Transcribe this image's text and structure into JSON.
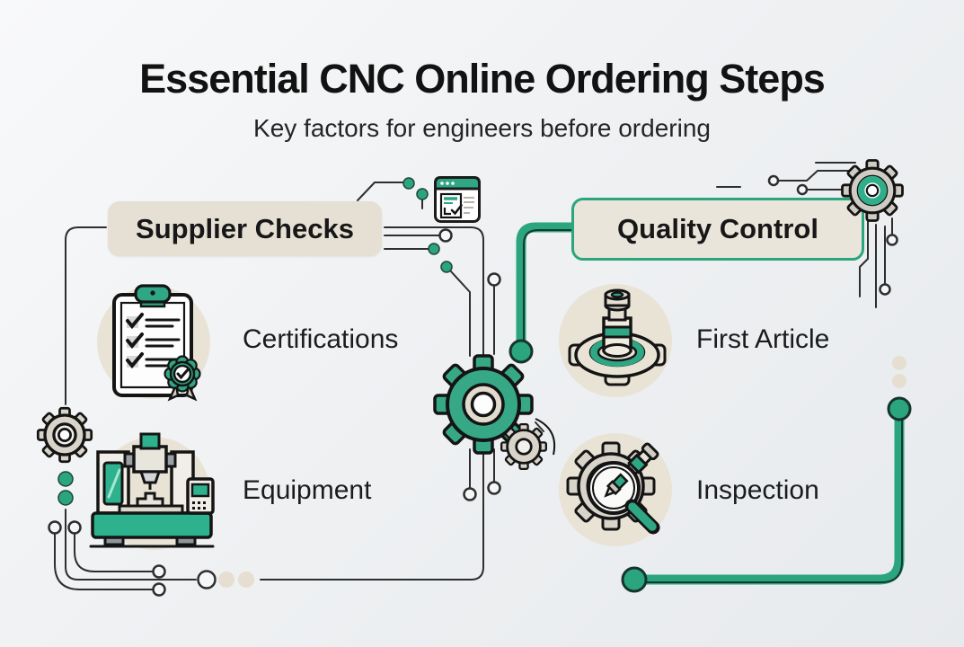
{
  "page": {
    "title": "Essential CNC Online Ordering Steps",
    "subtitle": "Key factors for engineers before ordering"
  },
  "sections": [
    {
      "id": "supplier-checks",
      "label": "Supplier Checks",
      "items": [
        {
          "label": "Certifications",
          "icon": "clipboard-certificate-icon"
        },
        {
          "label": "Equipment",
          "icon": "cnc-machine-icon"
        }
      ]
    },
    {
      "id": "quality-control",
      "label": "Quality Control",
      "items": [
        {
          "label": "First Article",
          "icon": "machined-part-icon"
        },
        {
          "label": "Inspection",
          "icon": "gear-magnifier-icon"
        }
      ]
    }
  ],
  "decorations": {
    "icons": [
      "gear-icon",
      "small-gear-icon",
      "browser-window-icon",
      "circuit-trace",
      "connector-line"
    ]
  },
  "colors": {
    "accent": "#2aa57e",
    "accent_bright": "#2eb28e",
    "beige": "#e6e0d4",
    "ink": "#1b1b1b",
    "background": "#eef0f2"
  }
}
